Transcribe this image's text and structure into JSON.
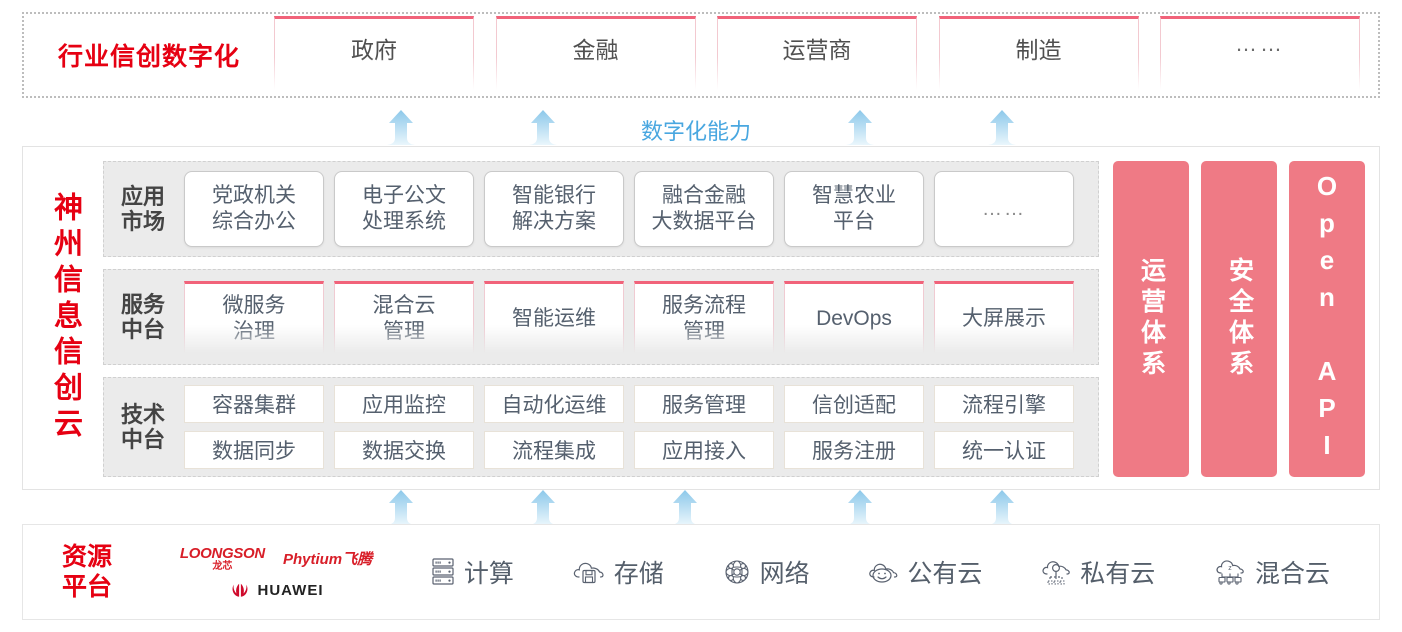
{
  "industry": {
    "title": "行业信创数字化",
    "cards": [
      {
        "label": "政府"
      },
      {
        "label": "金融"
      },
      {
        "label": "运营商"
      },
      {
        "label": "制造"
      },
      {
        "label": "……"
      }
    ]
  },
  "capability_label": "数字化能力",
  "platform": {
    "title": "神州信息信创云",
    "rows": [
      {
        "key": "app-market",
        "label": "应用\n市场",
        "label_line1": "应用",
        "label_line2": "市场",
        "cards": [
          {
            "line1": "党政机关",
            "line2": "综合办公"
          },
          {
            "line1": "电子公文",
            "line2": "处理系统"
          },
          {
            "line1": "智能银行",
            "line2": "解决方案"
          },
          {
            "line1": "融合金融",
            "line2": "大数据平台"
          },
          {
            "line1": "智慧农业",
            "line2": "平台"
          },
          {
            "line1": "……",
            "line2": ""
          }
        ]
      },
      {
        "key": "service-platform",
        "label_line1": "服务",
        "label_line2": "中台",
        "cards": [
          {
            "line1": "微服务",
            "line2": "治理"
          },
          {
            "line1": "混合云",
            "line2": "管理"
          },
          {
            "line1": "智能运维",
            "line2": ""
          },
          {
            "line1": "服务流程",
            "line2": "管理"
          },
          {
            "line1": "DevOps",
            "line2": ""
          },
          {
            "line1": "大屏展示",
            "line2": ""
          }
        ]
      },
      {
        "key": "tech-platform",
        "label_line1": "技术",
        "label_line2": "中台",
        "line_a": [
          "容器集群",
          "应用监控",
          "自动化运维",
          "服务管理",
          "信创适配",
          "流程引擎"
        ],
        "line_b": [
          "数据同步",
          "数据交换",
          "流程集成",
          "应用接入",
          "服务注册",
          "统一认证"
        ]
      }
    ],
    "pillars": [
      {
        "label": "运营体系",
        "type": "cjk"
      },
      {
        "label": "安全体系",
        "type": "cjk"
      },
      {
        "label": "Open API",
        "type": "latin"
      }
    ]
  },
  "resource": {
    "title_line1": "资源",
    "title_line2": "平台",
    "vendors": [
      {
        "name_en": "LOONGSON",
        "name_cn": "龙芯",
        "icon": "loongson-logo"
      },
      {
        "name": "Phytium飞腾",
        "icon": "phytium-logo"
      },
      {
        "name": "HUAWEI",
        "icon": "huawei-logo"
      }
    ],
    "items": [
      {
        "label": "计算",
        "icon": "server-icon"
      },
      {
        "label": "存储",
        "icon": "cloud-storage-icon"
      },
      {
        "label": "网络",
        "icon": "network-icon"
      },
      {
        "label": "公有云",
        "icon": "public-cloud-icon"
      },
      {
        "label": "私有云",
        "icon": "private-cloud-icon"
      },
      {
        "label": "混合云",
        "icon": "hybrid-cloud-icon"
      }
    ]
  },
  "colors": {
    "brand_red": "#e60012",
    "pink": "#ef7a85",
    "pink_border": "#f1637a",
    "arrow_blue": "#9fd3f0",
    "capability_blue": "#49a7e0",
    "band_gray": "#ebebeb"
  }
}
